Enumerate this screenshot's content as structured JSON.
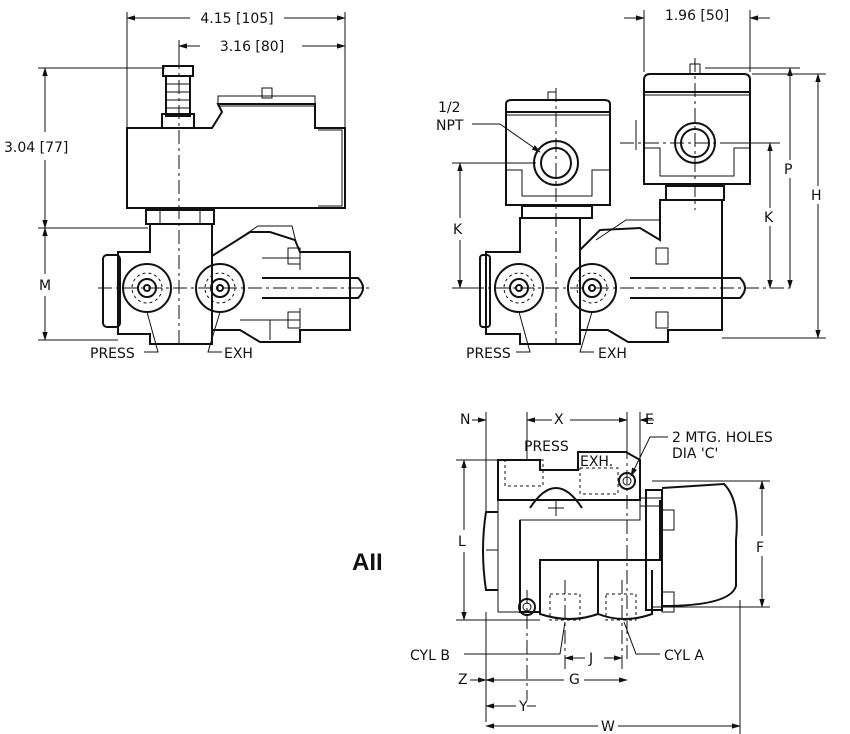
{
  "dimensions": {
    "overall_length": "4.15 [105]",
    "coil_length": "3.16 [80]",
    "coil_height": "3.04 [77]",
    "side_width": "1.96 [50]",
    "m": "M",
    "k_front": "K",
    "k_side": "K",
    "p": "P",
    "h": "H",
    "n": "N",
    "x": "X",
    "e": "E",
    "l": "L",
    "f": "F",
    "j": "J",
    "z": "Z",
    "g": "G",
    "y": "Y",
    "w": "W"
  },
  "callouts": {
    "npt_line1": "1/2",
    "npt_line2": "NPT",
    "press_front": "PRESS",
    "exh_front": "EXH",
    "press_mid": "PRESS",
    "exh_mid": "EXH",
    "press_top": "PRESS",
    "exh_top": "EXH.",
    "mtg_line1": "2  MTG.  HOLES",
    "mtg_line2": "DIA  'C'",
    "cyl_b": "CYL  B",
    "cyl_a": "CYL  A"
  },
  "series_label": "AII",
  "icons": [
    "arrowhead",
    "centerline",
    "hidden-line"
  ]
}
